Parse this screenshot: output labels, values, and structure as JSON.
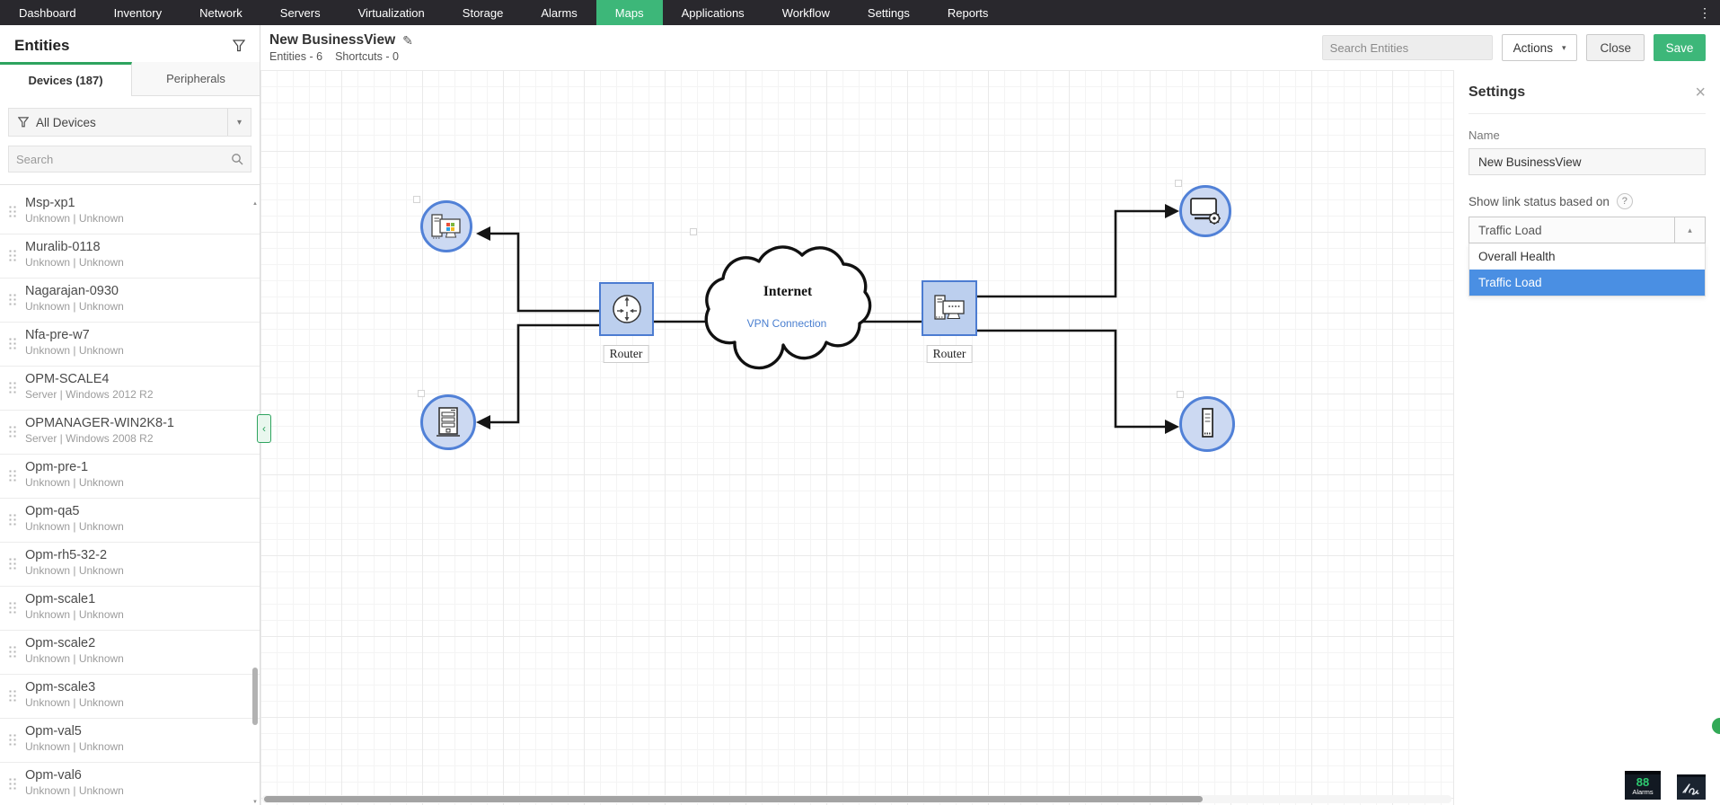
{
  "nav": {
    "items": [
      {
        "label": "Dashboard",
        "active": false
      },
      {
        "label": "Inventory",
        "active": false
      },
      {
        "label": "Network",
        "active": false
      },
      {
        "label": "Servers",
        "active": false
      },
      {
        "label": "Virtualization",
        "active": false
      },
      {
        "label": "Storage",
        "active": false
      },
      {
        "label": "Alarms",
        "active": false
      },
      {
        "label": "Maps",
        "active": true
      },
      {
        "label": "Applications",
        "active": false
      },
      {
        "label": "Workflow",
        "active": false
      },
      {
        "label": "Settings",
        "active": false
      },
      {
        "label": "Reports",
        "active": false
      }
    ],
    "overflow_icon": "kebab-menu",
    "overflow_glyph": "⋮"
  },
  "sidebar": {
    "title": "Entities",
    "tabs": [
      {
        "label": "Devices (187)",
        "active": true
      },
      {
        "label": "Peripherals",
        "active": false
      }
    ],
    "filter_label": "All Devices",
    "search_placeholder": "Search",
    "devices": [
      {
        "name": "Msp-xp1",
        "meta": "Unknown | Unknown"
      },
      {
        "name": "Muralib-0118",
        "meta": "Unknown | Unknown"
      },
      {
        "name": "Nagarajan-0930",
        "meta": "Unknown | Unknown"
      },
      {
        "name": "Nfa-pre-w7",
        "meta": "Unknown | Unknown"
      },
      {
        "name": "OPM-SCALE4",
        "meta": "Server | Windows 2012 R2"
      },
      {
        "name": "OPMANAGER-WIN2K8-1",
        "meta": "Server | Windows 2008 R2"
      },
      {
        "name": "Opm-pre-1",
        "meta": "Unknown | Unknown"
      },
      {
        "name": "Opm-qa5",
        "meta": "Unknown | Unknown"
      },
      {
        "name": "Opm-rh5-32-2",
        "meta": "Unknown | Unknown"
      },
      {
        "name": "Opm-scale1",
        "meta": "Unknown | Unknown"
      },
      {
        "name": "Opm-scale2",
        "meta": "Unknown | Unknown"
      },
      {
        "name": "Opm-scale3",
        "meta": "Unknown | Unknown"
      },
      {
        "name": "Opm-val5",
        "meta": "Unknown | Unknown"
      },
      {
        "name": "Opm-val6",
        "meta": "Unknown | Unknown"
      }
    ]
  },
  "header": {
    "title": "New BusinessView",
    "edit_icon": "pencil-icon",
    "edit_glyph": "✎",
    "subtitle_entities": "Entities - 6",
    "subtitle_shortcuts": "Shortcuts - 0",
    "search_placeholder": "Search Entities",
    "actions_label": "Actions",
    "actions_chevron": "▾",
    "close_label": "Close",
    "save_label": "Save"
  },
  "canvas": {
    "router_left_label": "Router",
    "router_right_label": "Router",
    "cloud": {
      "title": "Internet",
      "link_label": "VPN Connection"
    }
  },
  "settings_panel": {
    "title": "Settings",
    "close_glyph": "×",
    "name_label": "Name",
    "name_value": "New BusinessView",
    "link_status_label": "Show link status based on",
    "help_glyph": "?",
    "dropdown_value": "Traffic Load",
    "dropdown_arrow": "▴",
    "options": [
      {
        "label": "Overall Health",
        "selected": false
      },
      {
        "label": "Traffic Load",
        "selected": true
      }
    ]
  },
  "status_bar": {
    "alarm_count": "88",
    "alarm_label": "Alarms"
  },
  "colors": {
    "accent_green": "#3db779",
    "tab_green": "#2ea45f",
    "selection_blue": "#4a8fe3",
    "node_fill_blue": "#ccd9f2",
    "node_border_blue": "#5181d7",
    "link_label_blue": "#4a7fd0",
    "alarm_green": "#2ecc71",
    "nav_dark": "#29282d"
  }
}
